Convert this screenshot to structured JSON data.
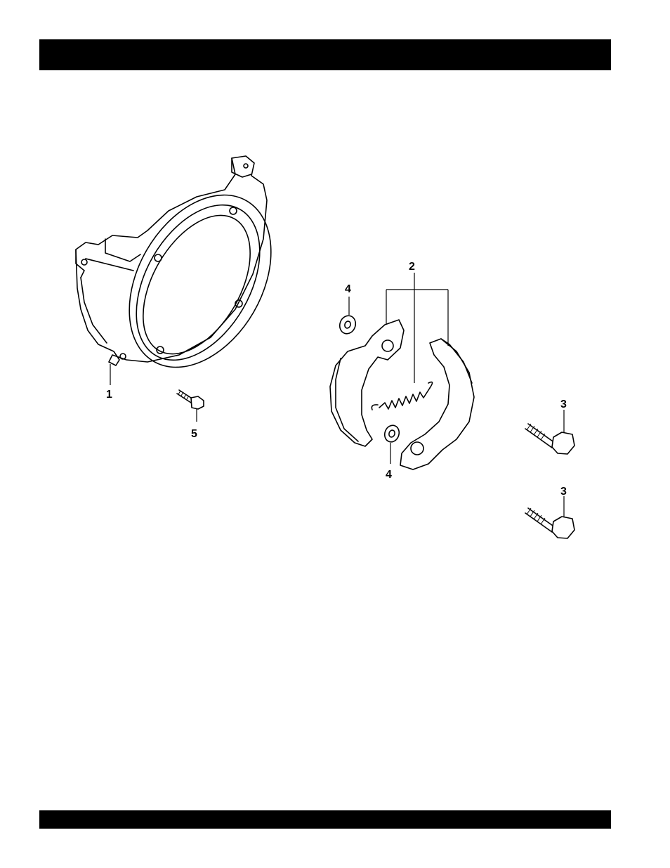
{
  "header": {
    "text": ""
  },
  "footer": {
    "text": ""
  },
  "callouts": {
    "part1": "1",
    "part2": "2",
    "part3a": "3",
    "part3b": "3",
    "part4a": "4",
    "part4b": "4",
    "part5": "5"
  },
  "colors": {
    "ink": "#000000",
    "paper": "#ffffff"
  }
}
